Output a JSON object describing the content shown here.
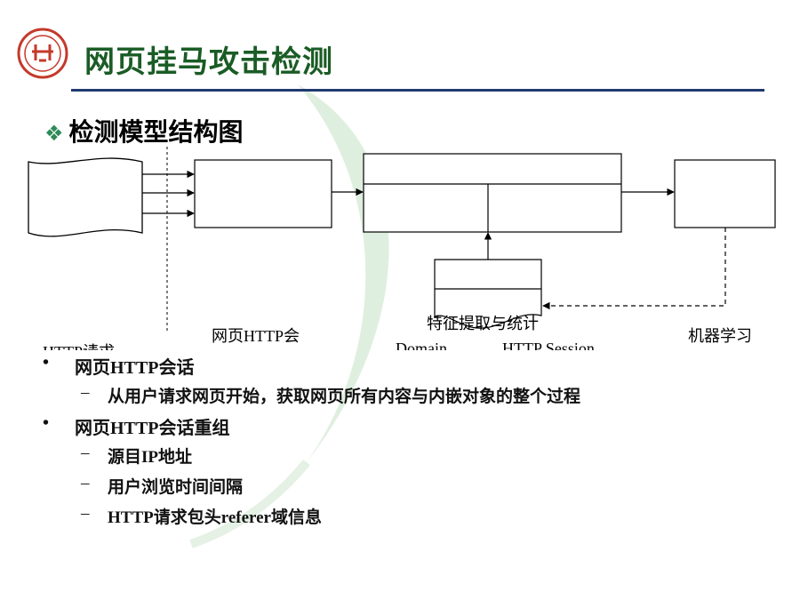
{
  "slide": {
    "title": "网页挂马攻击检测",
    "subtitle": "检测模型结构图",
    "subtitle_marker": "❖",
    "accent_color": "#1a5c25",
    "rule_color": "#1f3a6e"
  },
  "logo": {
    "icon": "university-seal-icon"
  },
  "diagram": {
    "labels": {
      "http_request": "HTTP请求",
      "session": "网页HTTP会",
      "feature": "特征提取与统计",
      "ml": "机器学习",
      "middle_partial": "Domain",
      "right_partial": "HTTP Session"
    }
  },
  "bullets": [
    {
      "marker": "•",
      "text": "网页HTTP会话"
    },
    {
      "marker": "–",
      "text": "从用户请求网页开始，获取网页所有内容与内嵌对象的整个过程"
    },
    {
      "marker": "•",
      "text": "网页HTTP会话重组"
    },
    {
      "marker": "–",
      "text": "源目IP地址"
    },
    {
      "marker": "–",
      "text": "用户浏览时间间隔"
    },
    {
      "marker": "–",
      "text": "HTTP请求包头referer域信息"
    }
  ]
}
